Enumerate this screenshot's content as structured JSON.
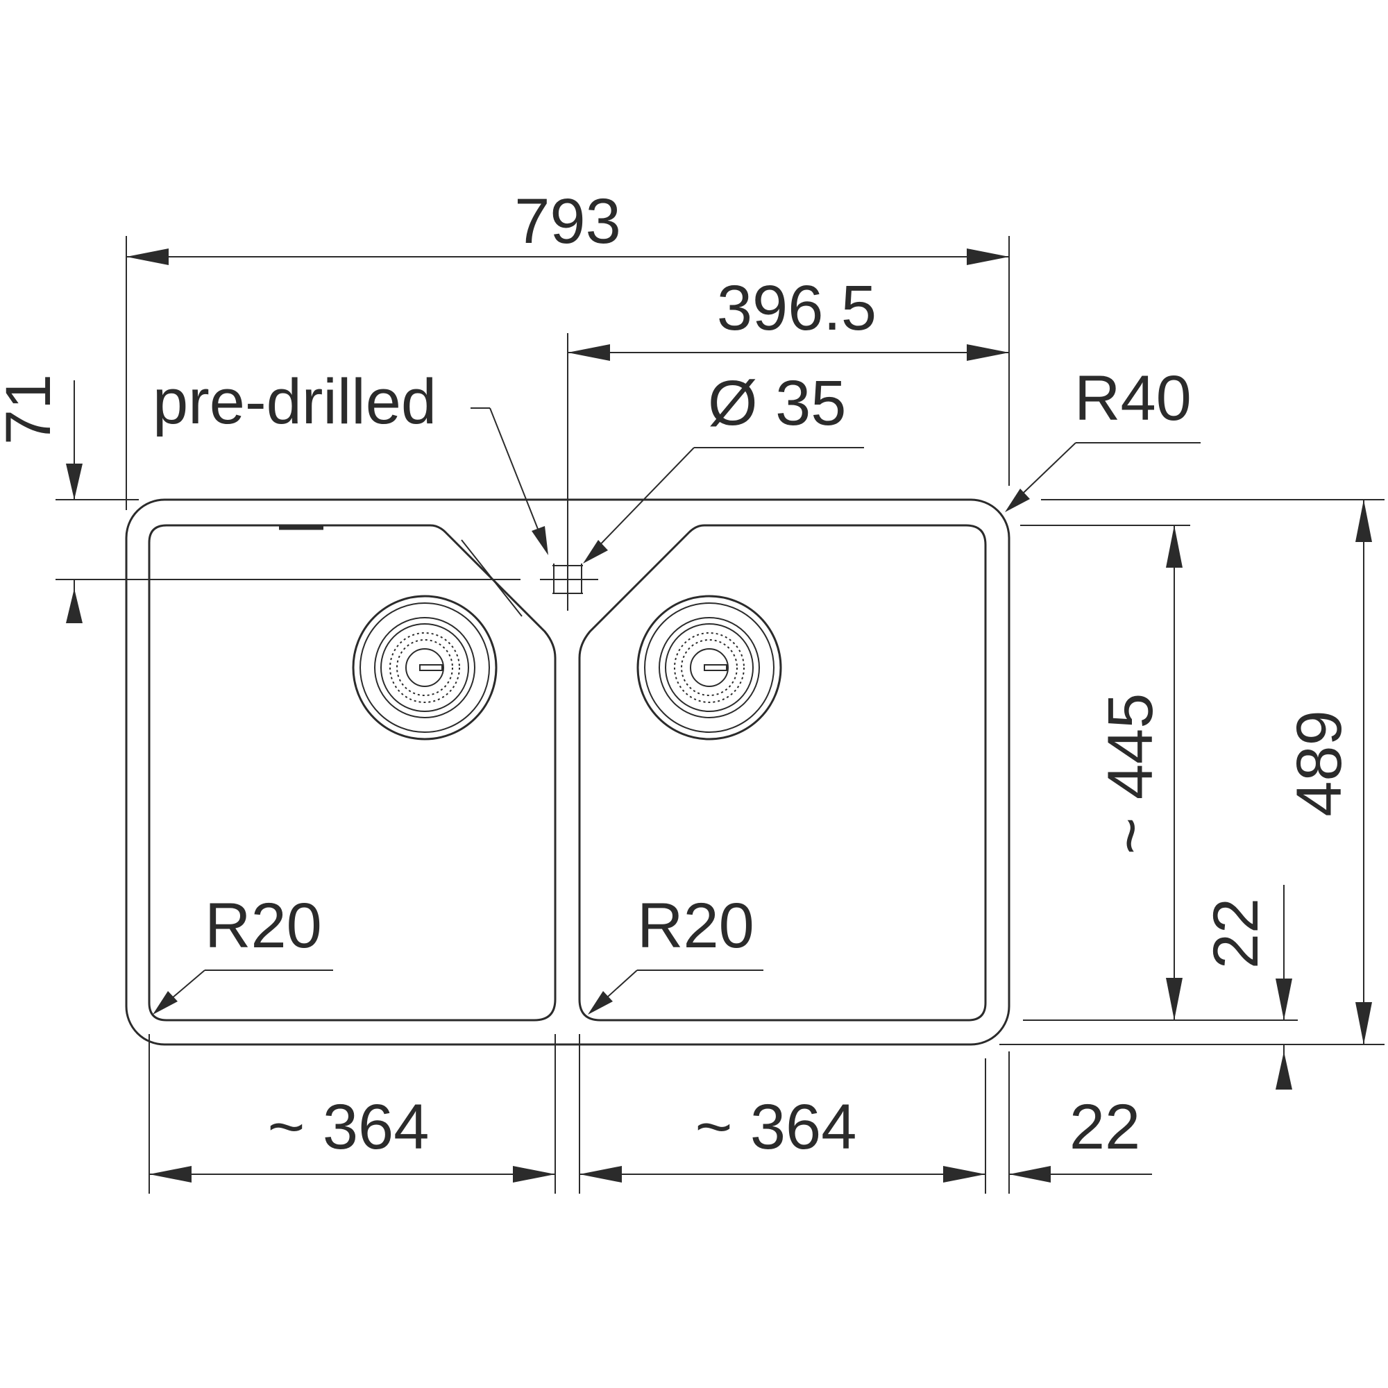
{
  "dimensions": {
    "overall_width": "793",
    "hole_offset": "396.5",
    "hole_diameter": "Ø 35",
    "hole_label": "pre-drilled",
    "hole_from_edge": "71",
    "corner_radius_outer": "R40",
    "corner_radius_left_bowl": "R20",
    "corner_radius_right_bowl": "R20",
    "bowl_depth": "~ 445",
    "overall_depth": "489",
    "front_margin": "22",
    "left_bowl_width": "~ 364",
    "right_bowl_width": "~ 364",
    "side_margin": "22"
  },
  "colors": {
    "line": "#2b2b2b",
    "background": "#ffffff"
  }
}
